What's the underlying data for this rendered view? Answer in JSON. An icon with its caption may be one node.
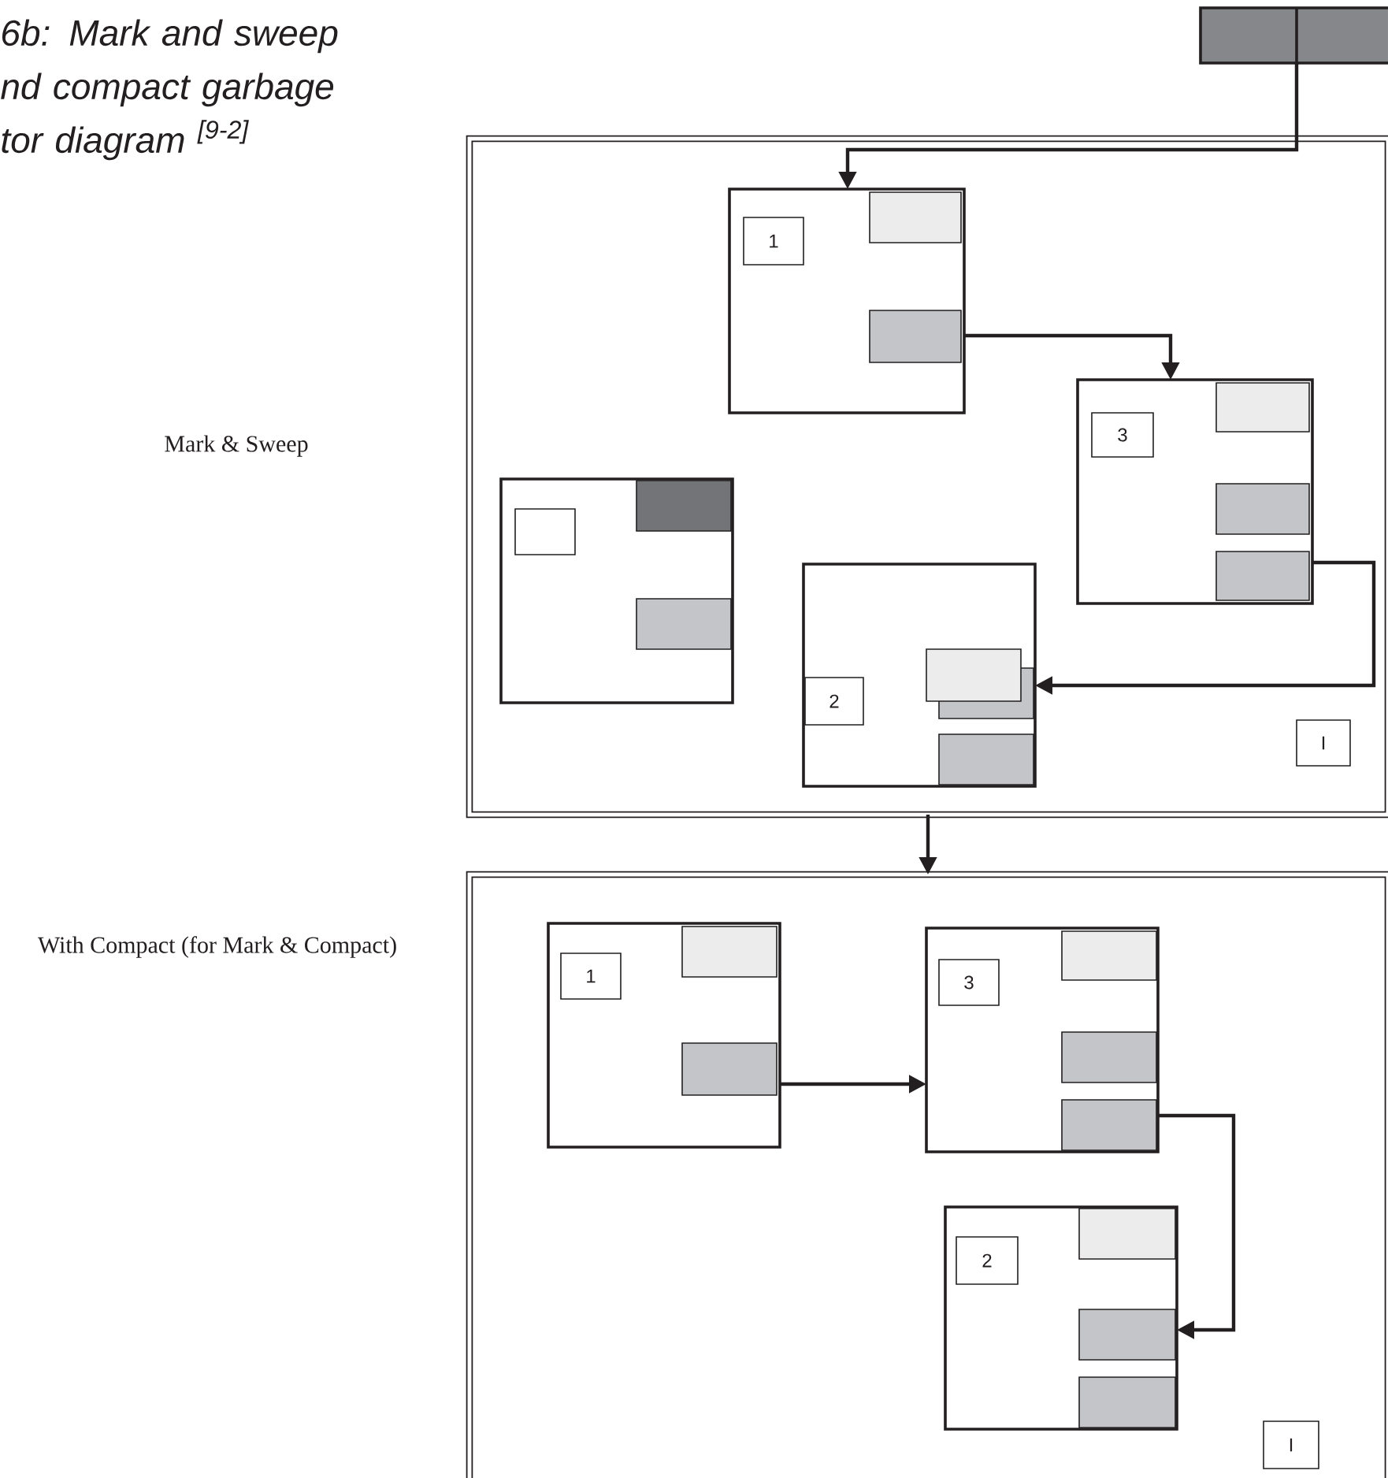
{
  "diagram": {
    "title": "6b: Mark and sweep nd compact garbage tor diagram $^{[9-2]}$",
    "nodes": [
      {
        "text": [],
        "shape": "bar"
      },
      {
        "text": [],
        "shape": "box"
      },
      {
        "text": [
          "1"
        ],
        "in": 1
      },
      {
        "text": [
          "3"
        ],
        "in": 1
      },
      {
        "text": [],
        "shape": "box",
        "in": 1
      },
      {
        "text": [
          "2"
        ],
        "in": 1
      },
      {
        "text": [
          "I"
        ],
        "in": 1
      },
      {
        "text": [],
        "shape": "box"
      },
      {
        "text": [
          "1"
        ],
        "in": 7
      },
      {
        "text": [
          "3"
        ],
        "in": 7
      },
      {
        "text": [
          "2"
        ],
        "in": 7
      },
      {
        "text": [
          "I"
        ],
        "in": 7
      }
    ],
    "edges": [
      {
        "from": 0,
        "to": 2,
        "arrow": "to"
      },
      {
        "from": 2,
        "to": 3,
        "arrow": "to"
      },
      {
        "from": 3,
        "to": 5,
        "arrow": "to"
      },
      {
        "from": 1,
        "to": 7,
        "arrow": "to"
      },
      {
        "from": 8,
        "to": 9,
        "arrow": "to"
      },
      {
        "from": 9,
        "to": 10,
        "arrow": "to"
      }
    ],
    "labels": [
      "Mark & Sweep",
      "With Compact (for Mark & Compact)"
    ]
  }
}
